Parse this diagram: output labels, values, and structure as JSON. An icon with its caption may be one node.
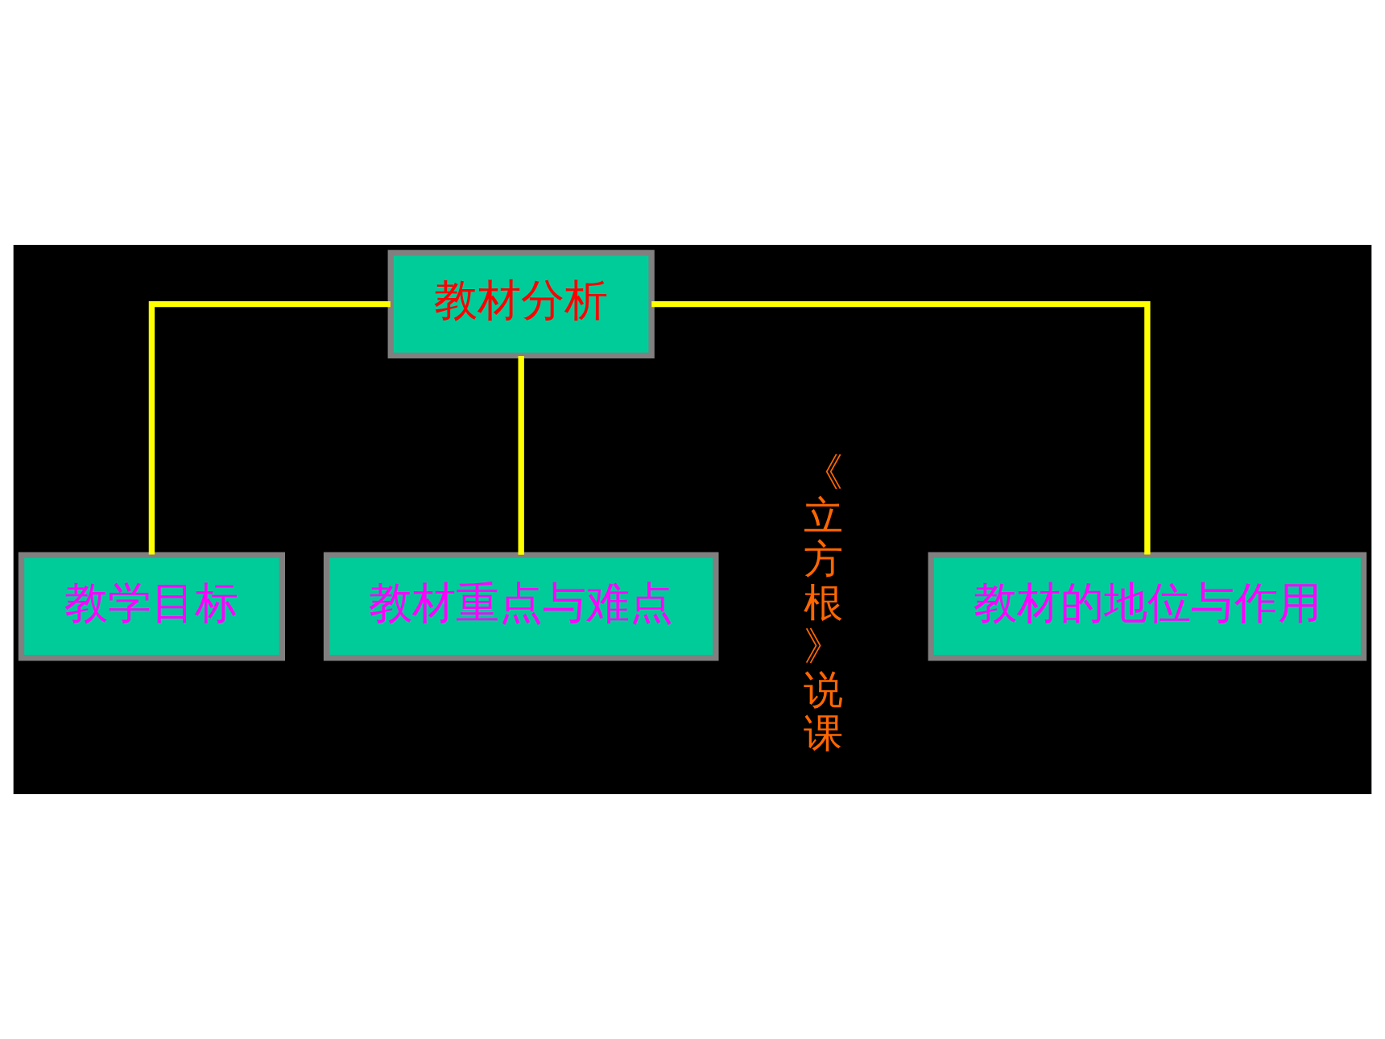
{
  "diagram": {
    "nodes": [
      {
        "text": [
          "教材分析"
        ]
      },
      {
        "text": [
          "教材的地位与作用"
        ]
      },
      {
        "text": [
          "教学目标"
        ]
      },
      {
        "text": [
          "教材重点与难点"
        ]
      }
    ],
    "edges": [
      {
        "from": 0,
        "to": 1,
        "arrow": "none"
      },
      {
        "from": 0,
        "to": 2,
        "arrow": "none"
      },
      {
        "from": 0,
        "to": 3,
        "arrow": "none"
      }
    ],
    "labels": [
      "《立方根》说课"
    ]
  }
}
